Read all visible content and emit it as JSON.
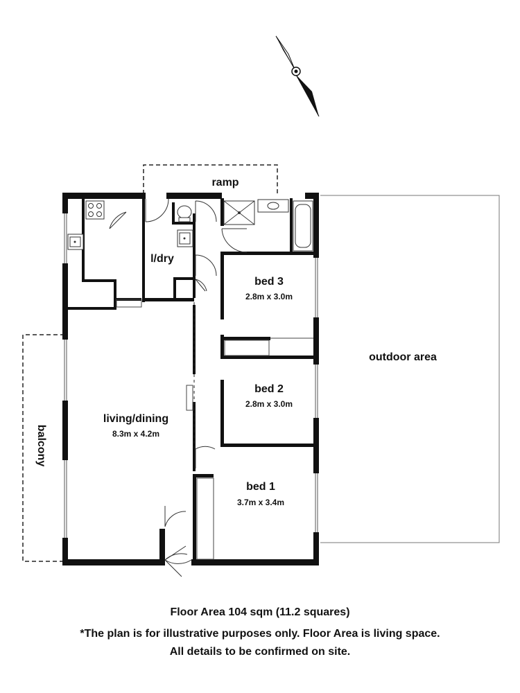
{
  "plan": {
    "rooms": {
      "ramp": {
        "label": "ramp"
      },
      "laundry": {
        "label": "l/dry"
      },
      "bed3": {
        "label": "bed 3",
        "dimensions": "2.8m x 3.0m"
      },
      "bed2": {
        "label": "bed 2",
        "dimensions": "2.8m x 3.0m"
      },
      "bed1": {
        "label": "bed 1",
        "dimensions": "3.7m x 3.4m"
      },
      "living": {
        "label": "living/dining",
        "dimensions": "8.3m x 4.2m"
      },
      "outdoor": {
        "label": "outdoor area"
      },
      "balcony": {
        "label": "balcony"
      }
    },
    "compass_icon": "north-arrow-icon"
  },
  "footer": {
    "floor_area": "Floor Area 104 sqm (11.2 squares)",
    "disclaimer_line1": "*The plan is for illustrative purposes only. Floor Area is living space.",
    "disclaimer_line2": "All details to be confirmed on site."
  },
  "colors": {
    "wall": "#111111",
    "line": "#555555",
    "dashed": "#222222"
  }
}
